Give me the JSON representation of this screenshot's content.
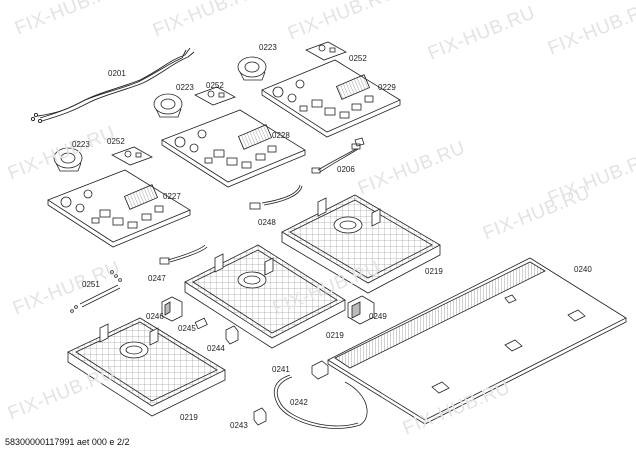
{
  "watermark": {
    "text": "FIX-HUB.RU"
  },
  "footer": {
    "text": "58300000117991 aet 000 e 2/2"
  },
  "parts": [
    {
      "ref": "0201"
    },
    {
      "ref": "0223"
    },
    {
      "ref": "0252"
    },
    {
      "ref": "0229"
    },
    {
      "ref": "0223"
    },
    {
      "ref": "0252"
    },
    {
      "ref": "0228"
    },
    {
      "ref": "0252"
    },
    {
      "ref": "0223"
    },
    {
      "ref": "0206"
    },
    {
      "ref": "0227"
    },
    {
      "ref": "0248"
    },
    {
      "ref": "0247"
    },
    {
      "ref": "0219"
    },
    {
      "ref": "0240"
    },
    {
      "ref": "0251"
    },
    {
      "ref": "0246"
    },
    {
      "ref": "0249"
    },
    {
      "ref": "0245"
    },
    {
      "ref": "0219"
    },
    {
      "ref": "0244"
    },
    {
      "ref": "0241"
    },
    {
      "ref": "0242"
    },
    {
      "ref": "0219"
    },
    {
      "ref": "0243"
    }
  ]
}
